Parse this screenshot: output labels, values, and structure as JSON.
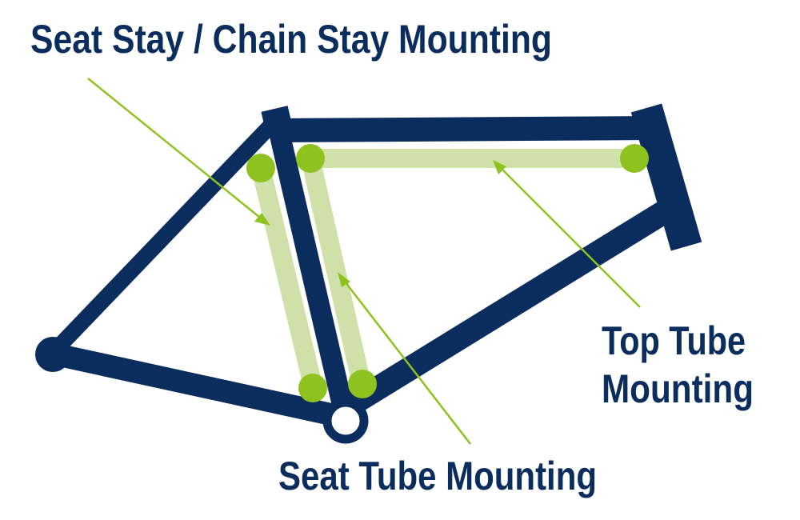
{
  "labels": {
    "seat_stay_chain_stay": "Seat Stay / Chain Stay Mounting",
    "top_tube_line1": "Top Tube",
    "top_tube_line2": "Mounting",
    "seat_tube": "Seat Tube Mounting"
  },
  "colors": {
    "frame": "#0b2d5e",
    "mount_band": "#cfe0a8",
    "mount_point": "#8dc21f",
    "pointer": "#8dc21f",
    "background": "#ffffff"
  }
}
